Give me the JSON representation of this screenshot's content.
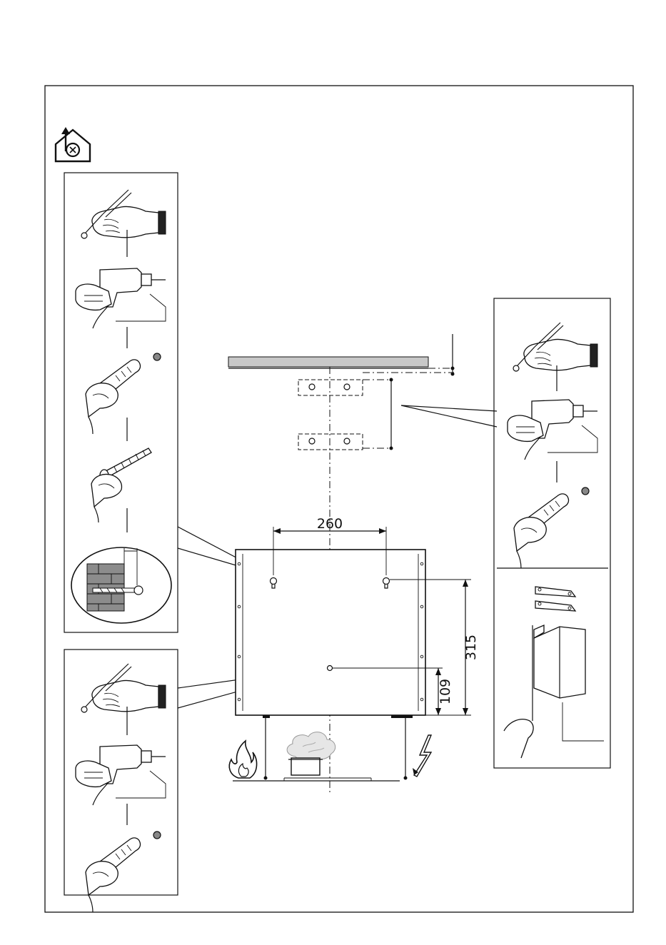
{
  "dimensions": {
    "bracket_spacing": "260",
    "keyhole_height": "315",
    "center_hole_height": "109"
  },
  "icons": {
    "header": "house-ducted-extraction-icon",
    "heat": "flame-icon",
    "steam": "steaming-pot-icon",
    "power": "lightning-bolt-icon"
  },
  "colors": {
    "line": "#111111",
    "ceiling": "#c8c8c8",
    "brick": "#8c8c8c"
  }
}
